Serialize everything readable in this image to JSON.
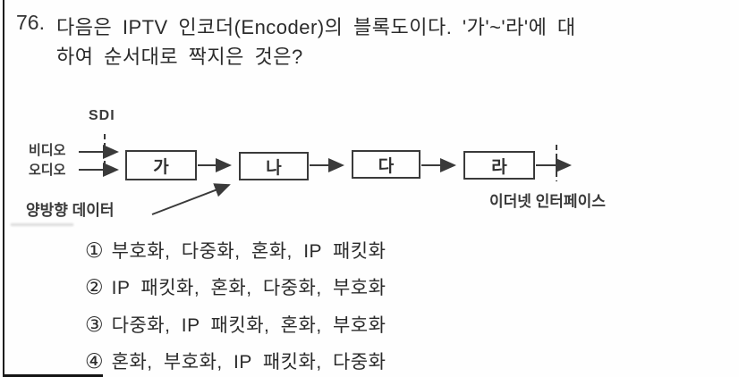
{
  "question": {
    "number": "76.",
    "line1": "다음은 IPTV 인코더(Encoder)의 블록도이다. '가'~'라'에 대",
    "line2": "하여 순서대로 짝지은 것은?"
  },
  "diagram": {
    "sdi_label": "SDI",
    "video_label": "비디오",
    "audio_label": "오디오",
    "bidirectional_label": "양방향 데이터",
    "ethernet_label": "이더넷 인터페이스",
    "boxes": [
      "가",
      "나",
      "다",
      "라"
    ]
  },
  "choices": [
    {
      "marker": "①",
      "text": "부호화, 다중화, 혼화, IP 패킷화"
    },
    {
      "marker": "②",
      "text": "IP 패킷화, 혼화, 다중화, 부호화"
    },
    {
      "marker": "③",
      "text": "다중화, IP 패킷화, 혼화, 부호화"
    },
    {
      "marker": "④",
      "text": "혼화, 부호화, IP 패킷화, 다중화"
    }
  ],
  "colors": {
    "text": "#2b2b2b",
    "diagram_ink": "#3a3a3a",
    "rule": "#1c1c1c",
    "background": "#fefefe"
  }
}
